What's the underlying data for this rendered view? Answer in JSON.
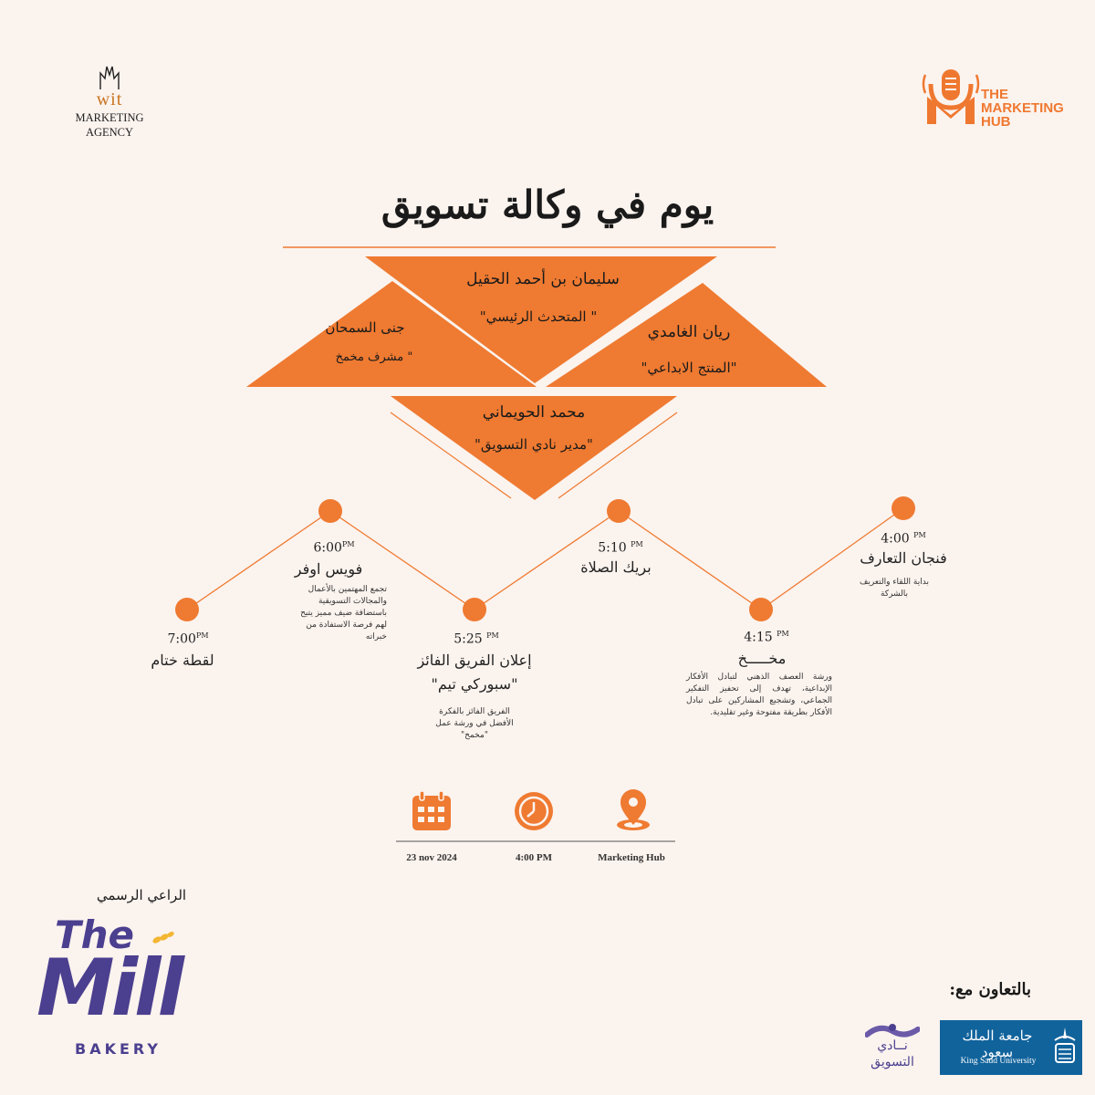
{
  "header": {
    "left_logo": {
      "wordmark": "wit",
      "line1": "MARKETING",
      "line2": "AGENCY"
    },
    "right_logo": {
      "line1": "THE",
      "line2": "MARKETING",
      "line3": "HUB"
    }
  },
  "title": "يوم في وكالة تسويق",
  "speakers": {
    "top": {
      "name": "سليمان بن أحمد الحقيل",
      "role": "\" المتحدث الرئيسي\""
    },
    "left": {
      "name": "جنى السمحان",
      "role": "\" مشرف مخمخ"
    },
    "right": {
      "name": "ريان الغامدي",
      "role": "\"المنتج الابداعي\""
    },
    "bottom": {
      "name": "محمد الحويماني",
      "role": "\"مدير نادي التسويق\""
    }
  },
  "timeline": [
    {
      "time": "4:00",
      "suffix": "PM",
      "title": "فنجان التعارف",
      "desc": "بداية اللقاء والتعريف بالشركة"
    },
    {
      "time": "4:15",
      "suffix": "PM",
      "title": "مخـــــخ",
      "desc": "ورشة العصف الذهني لتبادل الأفكار الإبداعية، تهدف إلى تحفيز التفكير الجماعي، وتشجيع المشاركين على تبادل الأفكار بطريقة مفتوحة وغير تقليدية."
    },
    {
      "time": "5:10",
      "suffix": "PM",
      "title": "بريك الصلاة",
      "desc": ""
    },
    {
      "time": "5:25",
      "suffix": "PM",
      "title": "إعلان الفريق الفائز",
      "title2": "\"سبوركي تيم\"",
      "desc": "الفريق الفائز بالفكرة الأفضل في ورشة عمل \"مخمخ\""
    },
    {
      "time": "6:00",
      "suffix": "PM",
      "title": "فويس اوفر",
      "desc": "تجمع المهتمين بالأعمال والمجالات التسويقية باستضافة ضيف مميز يتيح لهم فرصة الاستفادة من خبراته"
    },
    {
      "time": "7:00",
      "suffix": "PM",
      "title": "لقطة ختام",
      "desc": ""
    }
  ],
  "info": {
    "date": "23 nov 2024",
    "time": "4:00 PM",
    "location": "Marketing Hub"
  },
  "icons": {
    "calendar": "calendar-icon",
    "clock": "clock-icon",
    "location": "location-pin-icon"
  },
  "sponsor": {
    "label": "الراعي الرسمي",
    "logo_line1": "The",
    "logo_line2": "Mill",
    "logo_line3": "BAKERY"
  },
  "collaboration": {
    "label": "بالتعاون مع:",
    "nadi_line1": "نــادي",
    "nadi_line2": "التسويق",
    "ksu_ar": "جامعة الملك سعود",
    "ksu_en": "King Saud University"
  },
  "colors": {
    "accent": "#ef7a31",
    "background": "#fbf3ee",
    "mill_purple": "#4b3f8f",
    "ksu_blue": "#11639c"
  }
}
